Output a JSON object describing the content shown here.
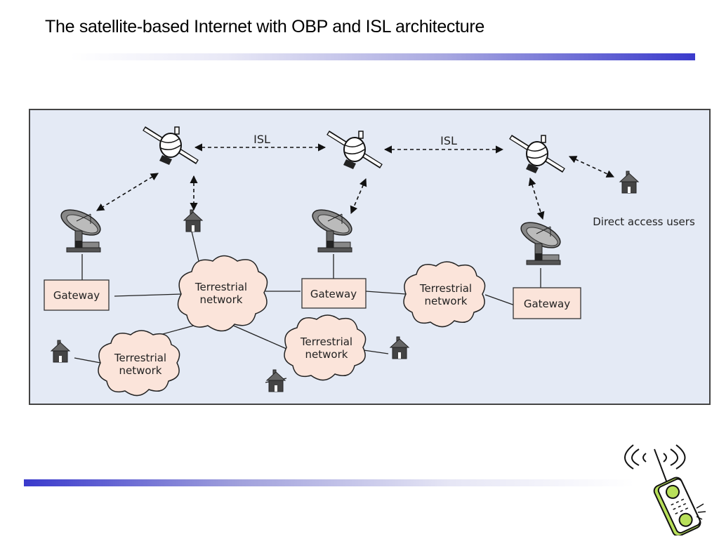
{
  "slide": {
    "title": "The satellite-based Internet with OBP and ISL architecture"
  },
  "diagram": {
    "isl_labels": [
      "ISL",
      "ISL"
    ],
    "gateways": [
      "Gateway",
      "Gateway",
      "Gateway"
    ],
    "clouds": [
      {
        "line1": "Terrestrial",
        "line2": "network"
      },
      {
        "line1": "Terrestrial",
        "line2": "network"
      },
      {
        "line1": "Terrestrial",
        "line2": "network"
      },
      {
        "line1": "Terrestrial",
        "line2": "network"
      }
    ],
    "direct_access_label": "Direct access users",
    "icons": {
      "satellite": "satellite-icon",
      "dish": "satellite-dish-icon",
      "house": "house-icon",
      "cloud": "cloud-network-icon",
      "phone": "mobile-phone-clipart-icon"
    }
  },
  "colors": {
    "diagram_bg": "#e4eaf5",
    "node_fill": "#fbe4da",
    "accent_bar": "#3a3acc",
    "phone_green": "#b8e05a"
  }
}
